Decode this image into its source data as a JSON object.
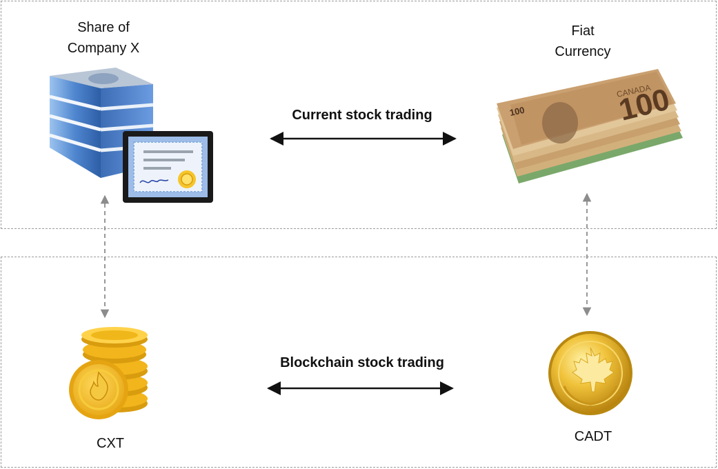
{
  "labels": {
    "share_line1": "Share of",
    "share_line2": "Company X",
    "fiat_line1": "Fiat",
    "fiat_line2": "Currency",
    "current_trading": "Current stock trading",
    "blockchain_trading": "Blockchain stock trading",
    "cxt": "CXT",
    "cadt": "CADT"
  },
  "icons": {
    "building": "office-building-icon",
    "certificate": "share-certificate-icon",
    "banknotes": "banknote-stack-icon",
    "coins": "coin-stack-icon",
    "token": "maple-leaf-coin-icon"
  },
  "banknote_text": {
    "country": "CANADA",
    "denomination": "100"
  },
  "colors": {
    "building_glass": "#5b8fd6",
    "certificate_border": "#8ab0e0",
    "note_brown": "#c79a67",
    "coin_gold": "#f3b51c",
    "token_gold": "#e8b820",
    "arrow": "#111111",
    "dashed_arrow": "#8c8c8c"
  }
}
